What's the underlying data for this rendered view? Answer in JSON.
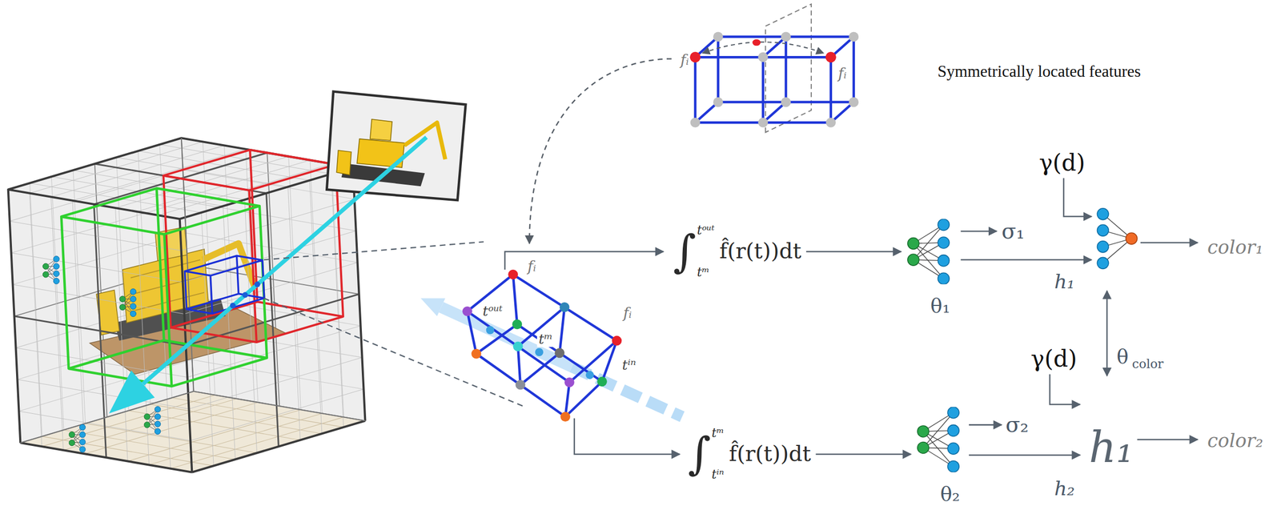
{
  "diagram": {
    "nodes": [
      {
        "text": [
          "tᵒᵘᵗ",
          "∫",
          "tᵐ",
          "f̂(r(t))dt"
        ]
      },
      {
        "text": [
          "θ₁"
        ]
      },
      {
        "text": [
          "tᵐ",
          "∫",
          "tⁱⁿ",
          "f̂(r(t))dt"
        ]
      },
      {
        "text": [
          "θ₂"
        ]
      }
    ],
    "edges": [
      {
        "from": 0,
        "to": 1,
        "arrow": "to"
      },
      {
        "from": 2,
        "to": 3,
        "arrow": "to"
      }
    ],
    "labels": [
      "fᵢ",
      "fᵢ",
      "Symmetrically located features",
      "fᵢ",
      "fᵢ",
      "tᵒᵘᵗ",
      "tᵐ",
      "tⁱⁿ",
      "γ(d)",
      "σ₁",
      "h₁",
      "color₁",
      "θ",
      "color",
      "γ(d)",
      "σ₂",
      "h₂",
      "h₁",
      "color₂"
    ]
  }
}
